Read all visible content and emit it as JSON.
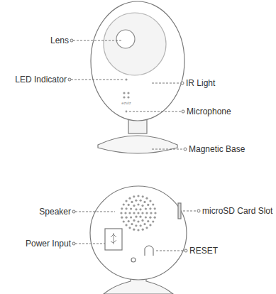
{
  "diagram": {
    "labels": [
      "Lens",
      "LED Indicator",
      "ezviz",
      "IR Light",
      "Microphone",
      "Magnetic Base",
      "Speaker",
      "microSD Card Slot",
      "Power Input",
      "RESET"
    ]
  }
}
